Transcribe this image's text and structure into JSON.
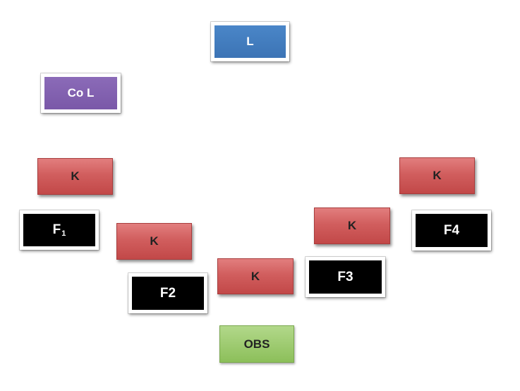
{
  "nodes": {
    "l": "L",
    "co_l": "Co L",
    "k_1": "K",
    "k_2": "K",
    "k_3": "K",
    "k_4": "K",
    "k_5": "K",
    "f1": {
      "base": "F",
      "sub": "1"
    },
    "f2": "F2",
    "f3": "F3",
    "f4": "F4",
    "obs": "OBS"
  },
  "colors": {
    "l": "#4a86c8",
    "co_l": "#8064a2",
    "k": "#c0504d",
    "f": "#000000",
    "obs": "#9bbb59"
  }
}
